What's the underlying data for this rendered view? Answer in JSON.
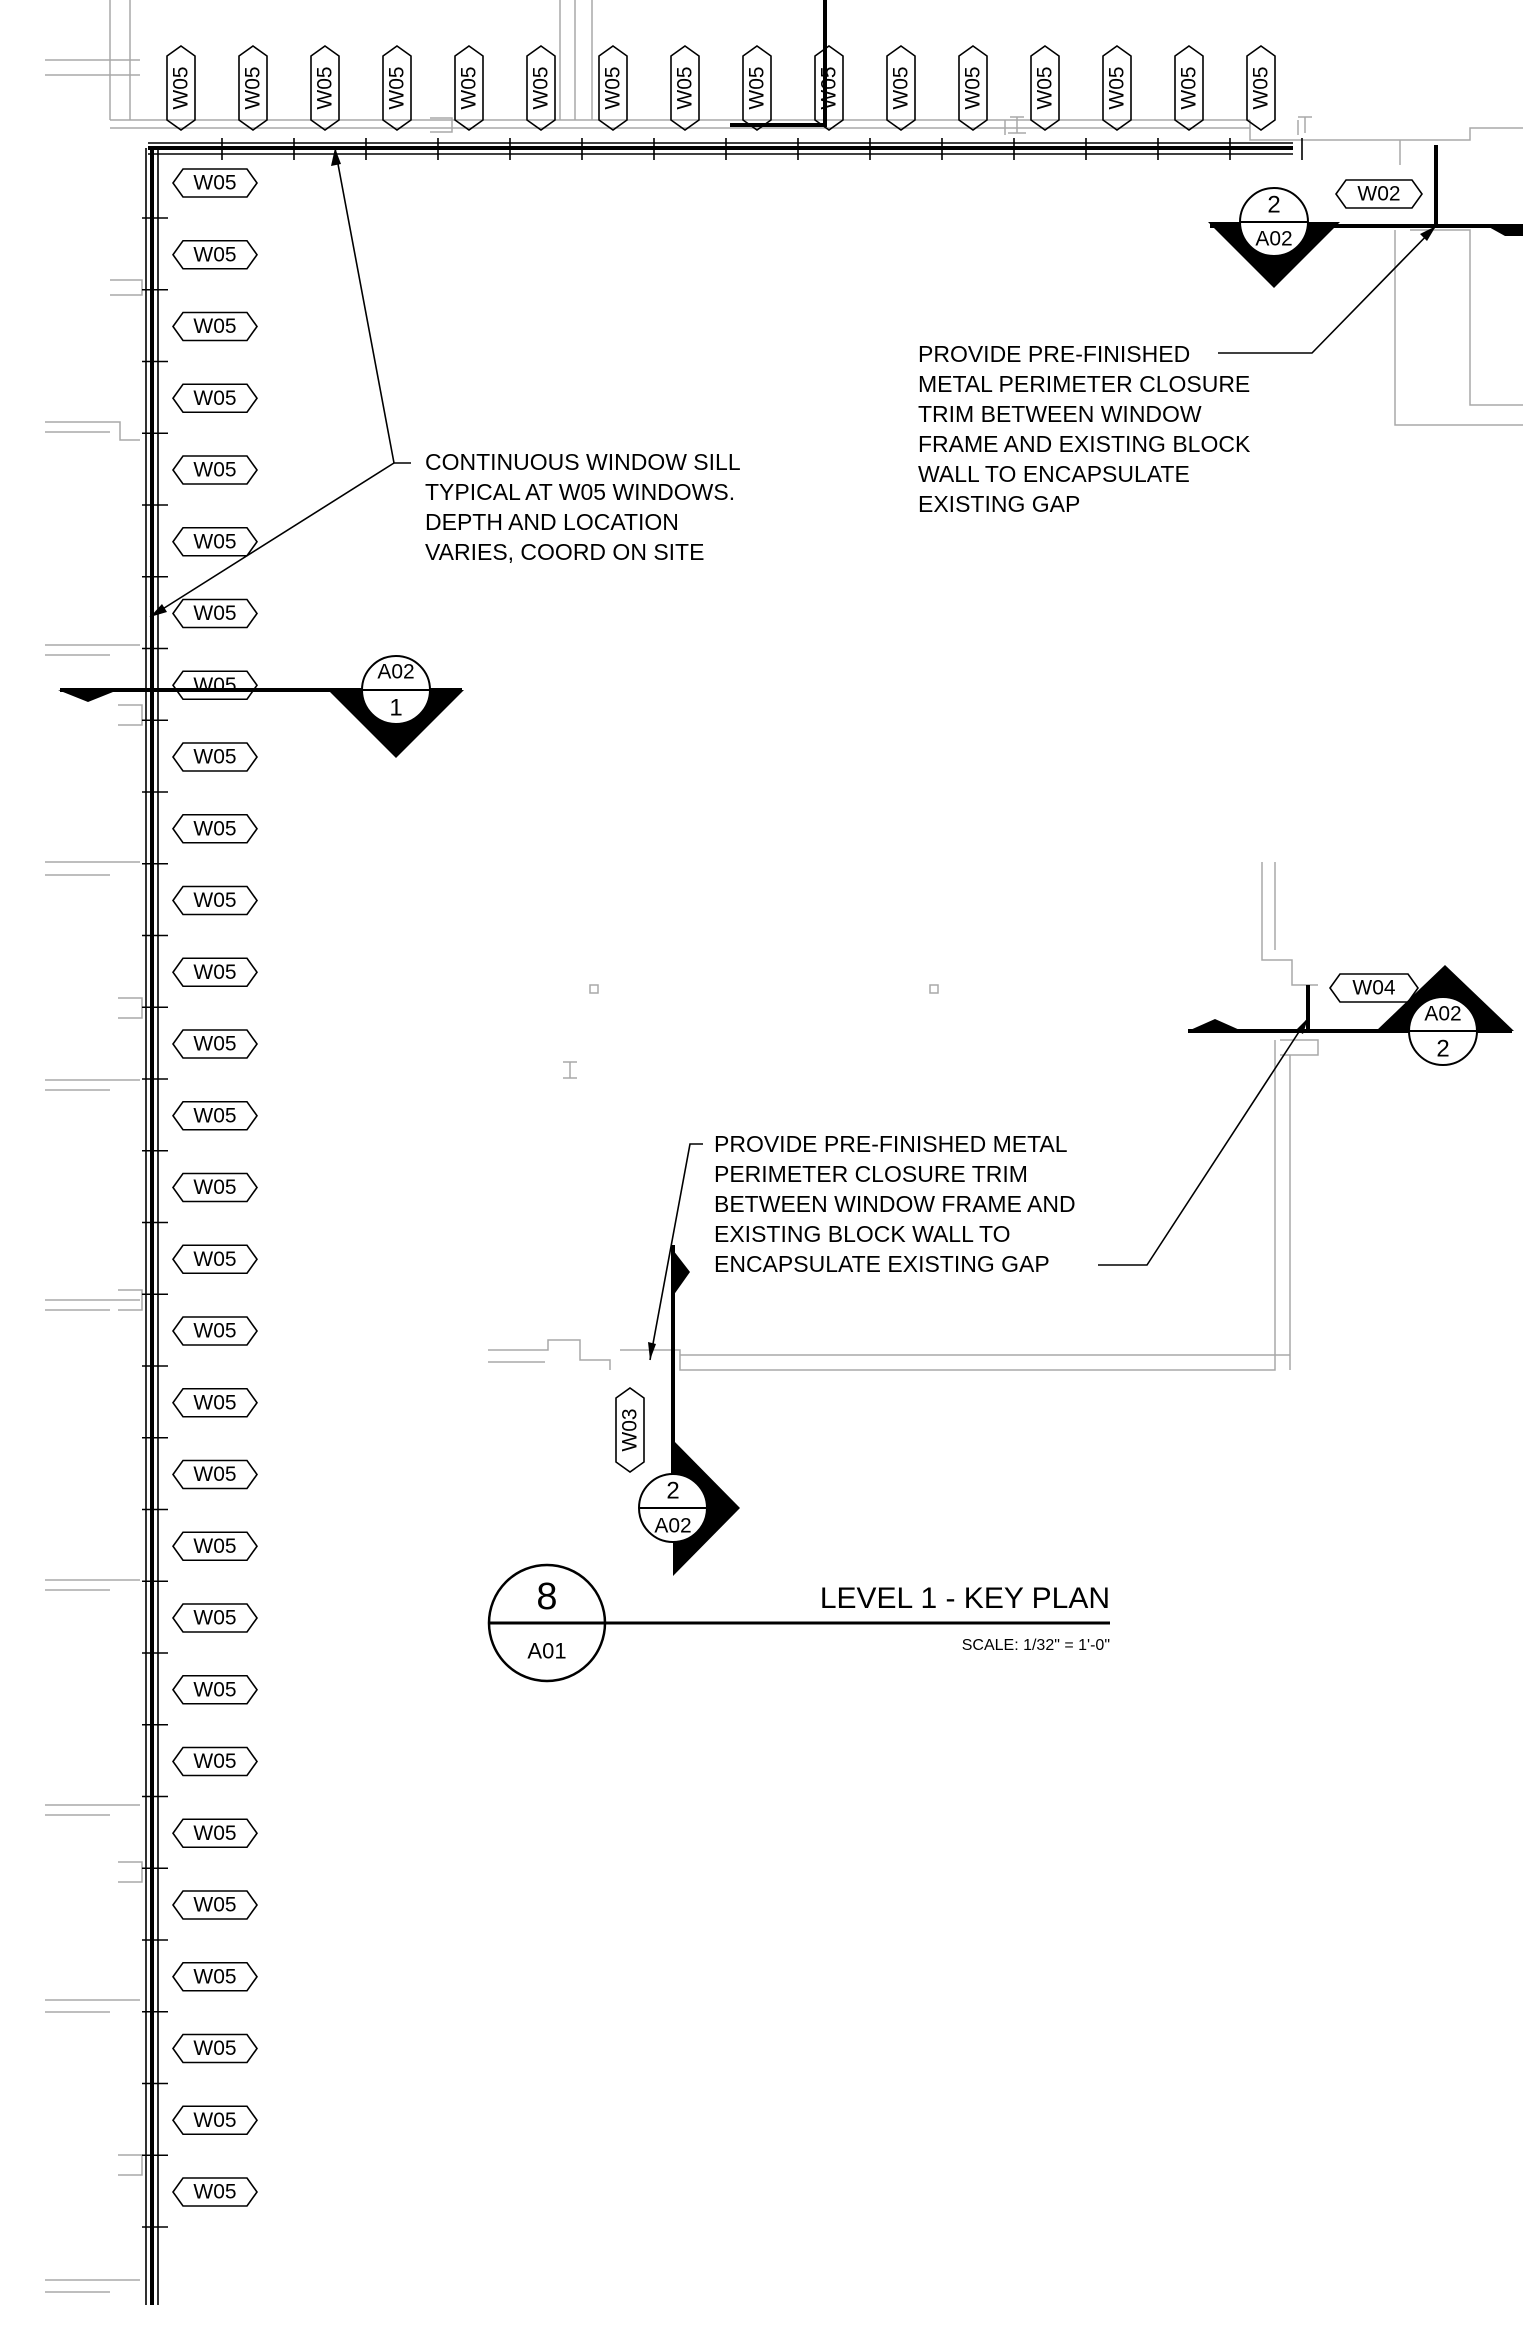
{
  "window_tags": {
    "top_row": [
      "W05",
      "W05",
      "W05",
      "W05",
      "W05",
      "W05",
      "W05",
      "W05",
      "W05",
      "W05",
      "W05",
      "W05",
      "W05",
      "W05",
      "W05",
      "W05"
    ],
    "left_column": [
      "W05",
      "W05",
      "W05",
      "W05",
      "W05",
      "W05",
      "W05",
      "W05",
      "W05",
      "W05",
      "W05",
      "W05",
      "W05",
      "W05",
      "W05",
      "W05",
      "W05",
      "W05",
      "W05",
      "W05",
      "W05",
      "W05",
      "W05",
      "W05",
      "W05",
      "W05",
      "W05",
      "W05",
      "W05"
    ],
    "w02": "W02",
    "w03": "W03",
    "w04": "W04"
  },
  "notes": {
    "sill": [
      "CONTINUOUS WINDOW SILL",
      "TYPICAL AT W05 WINDOWS.",
      "DEPTH AND LOCATION",
      "VARIES, COORD ON SITE"
    ],
    "trim_top": [
      "PROVIDE PRE-FINISHED",
      "METAL PERIMETER CLOSURE",
      "TRIM BETWEEN WINDOW",
      "FRAME AND EXISTING BLOCK",
      "WALL TO ENCAPSULATE",
      "EXISTING GAP"
    ],
    "trim_mid": [
      "PROVIDE PRE-FINISHED METAL",
      "PERIMETER CLOSURE TRIM",
      "BETWEEN WINDOW FRAME AND",
      "EXISTING BLOCK WALL TO",
      "ENCAPSULATE EXISTING GAP"
    ]
  },
  "section_markers": {
    "top_right": {
      "number": "2",
      "sheet": "A02"
    },
    "left": {
      "number": "1",
      "sheet": "A02"
    },
    "right_mid": {
      "number": "2",
      "sheet": "A02"
    },
    "bottom": {
      "number": "2",
      "sheet": "A02"
    }
  },
  "title_block": {
    "number": "8",
    "sheet": "A01",
    "title": "LEVEL 1 - KEY PLAN",
    "scale": "SCALE: 1/32\" = 1'-0\""
  }
}
